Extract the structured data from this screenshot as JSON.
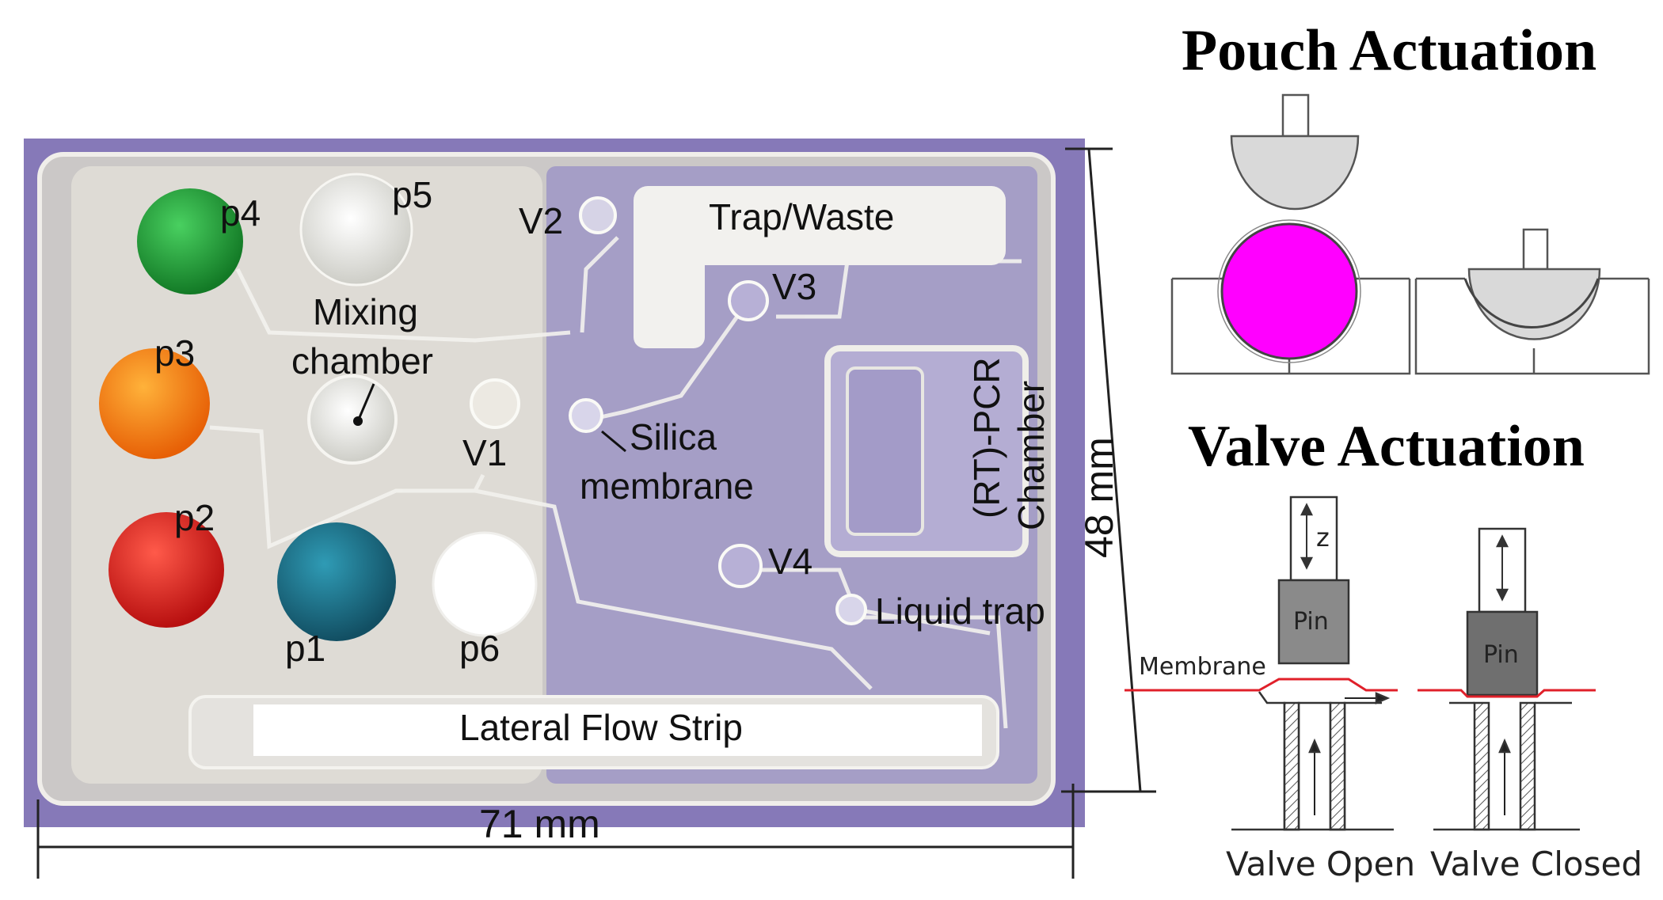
{
  "titles": {
    "pouch_actuation": "Pouch Actuation",
    "valve_actuation": "Valve Actuation"
  },
  "pouches": [
    {
      "id": "p1",
      "label": "p1",
      "color": "#1d6f86"
    },
    {
      "id": "p2",
      "label": "p2",
      "color": "#d8201e"
    },
    {
      "id": "p3",
      "label": "p3",
      "color": "#f07a10"
    },
    {
      "id": "p4",
      "label": "p4",
      "color": "#1f9a32"
    },
    {
      "id": "p5",
      "label": "p5",
      "color": "#e9e9e2"
    },
    {
      "id": "p6",
      "label": "p6",
      "color": "#ffffff"
    }
  ],
  "valves": [
    "V1",
    "V2",
    "V3",
    "V4"
  ],
  "cartridge_labels": {
    "mixing_chamber_line1": "Mixing",
    "mixing_chamber_line2": "chamber",
    "silica_line1": "Silica",
    "silica_line2": "membrane",
    "trap_waste": "Trap/Waste",
    "pcr_line1": "(RT)-PCR",
    "pcr_line2": "Chamber",
    "liquid_trap": "Liquid trap",
    "lateral_flow": "Lateral Flow Strip"
  },
  "dimensions": {
    "width": "71 mm",
    "height": "48 mm"
  },
  "valve_diagram": {
    "membrane_label": "Membrane",
    "pin_label": "Pin",
    "z_label": "z",
    "valve_open": "Valve Open",
    "valve_closed": "Valve Closed"
  },
  "colors": {
    "background_purple": "#8679b8",
    "plastic": "#dcdbd6",
    "pouch_fill": "#ff00ff",
    "membrane_line": "#e0202a",
    "pin_fill": "#8a8a8a"
  }
}
